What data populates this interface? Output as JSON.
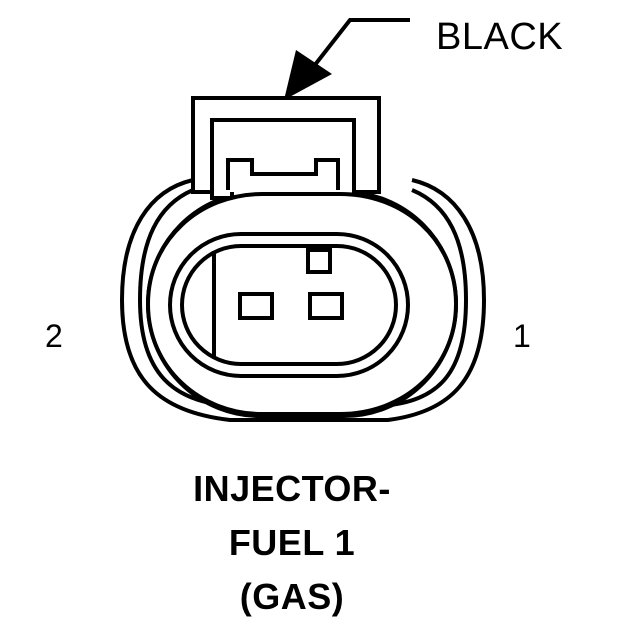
{
  "connector": {
    "color_label": "BLACK",
    "pin_left": "2",
    "pin_right": "1",
    "title_lines": [
      "INJECTOR-",
      "FUEL 1",
      "(GAS)"
    ]
  },
  "colors": {
    "ink": "#000000",
    "background": "#ffffff"
  },
  "icons": [
    "leader-arrow",
    "connector-housing",
    "locking-tab",
    "terminal-cavities"
  ]
}
